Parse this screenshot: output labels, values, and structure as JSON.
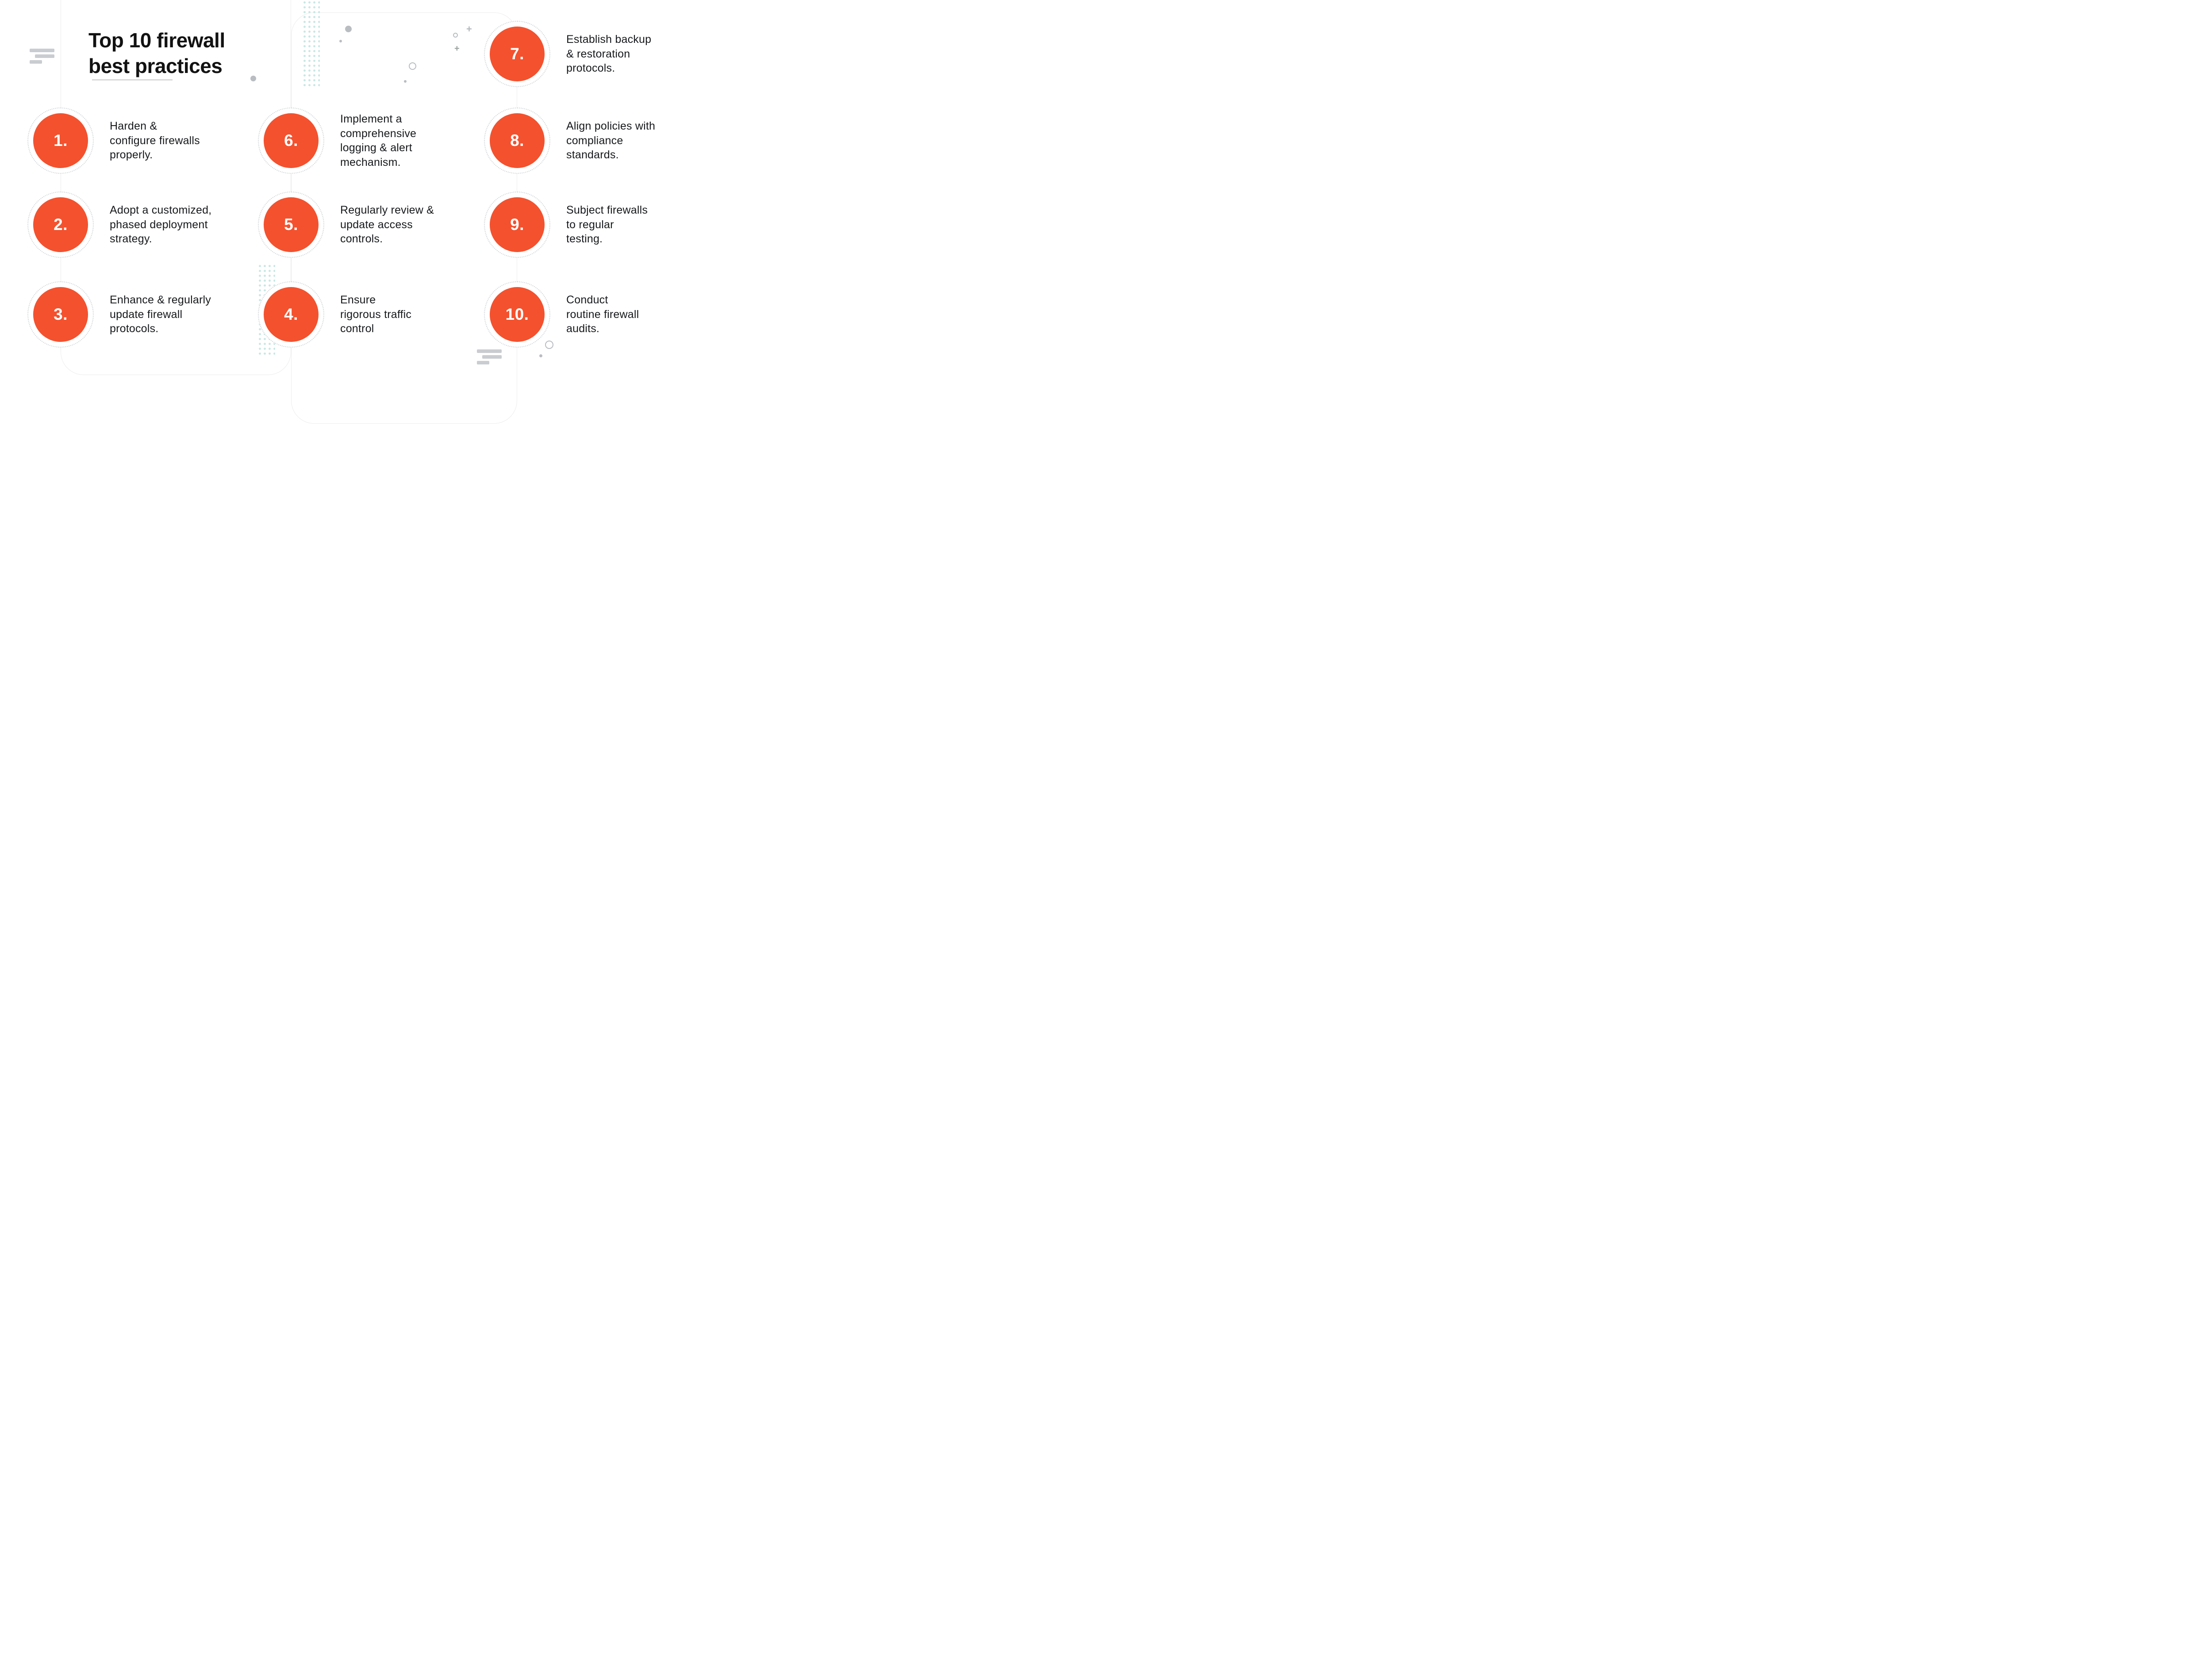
{
  "title": {
    "text": "Top 10 firewall\nbest practices"
  },
  "colors": {
    "accent": "#F4512E",
    "dot_grid": "#C9E7E3",
    "decor_gray": "#B9BDC1"
  },
  "icons": {
    "plus": "+"
  },
  "items": [
    {
      "number": "1.",
      "text": "Harden &\nconfigure firewalls\nproperly."
    },
    {
      "number": "2.",
      "text": "Adopt a customized,\nphased deployment\nstrategy."
    },
    {
      "number": "3.",
      "text": "Enhance & regularly\nupdate firewall\nprotocols."
    },
    {
      "number": "4.",
      "text": "Ensure\nrigorous traffic\ncontrol"
    },
    {
      "number": "5.",
      "text": "Regularly review &\nupdate access\ncontrols."
    },
    {
      "number": "6.",
      "text": "Implement a\ncomprehensive\nlogging & alert\nmechanism."
    },
    {
      "number": "7.",
      "text": "Establish backup\n& restoration\nprotocols."
    },
    {
      "number": "8.",
      "text": "Align policies with\ncompliance\nstandards."
    },
    {
      "number": "9.",
      "text": "Subject firewalls\nto regular\ntesting."
    },
    {
      "number": "10.",
      "text": "Conduct\nroutine firewall\naudits."
    }
  ]
}
